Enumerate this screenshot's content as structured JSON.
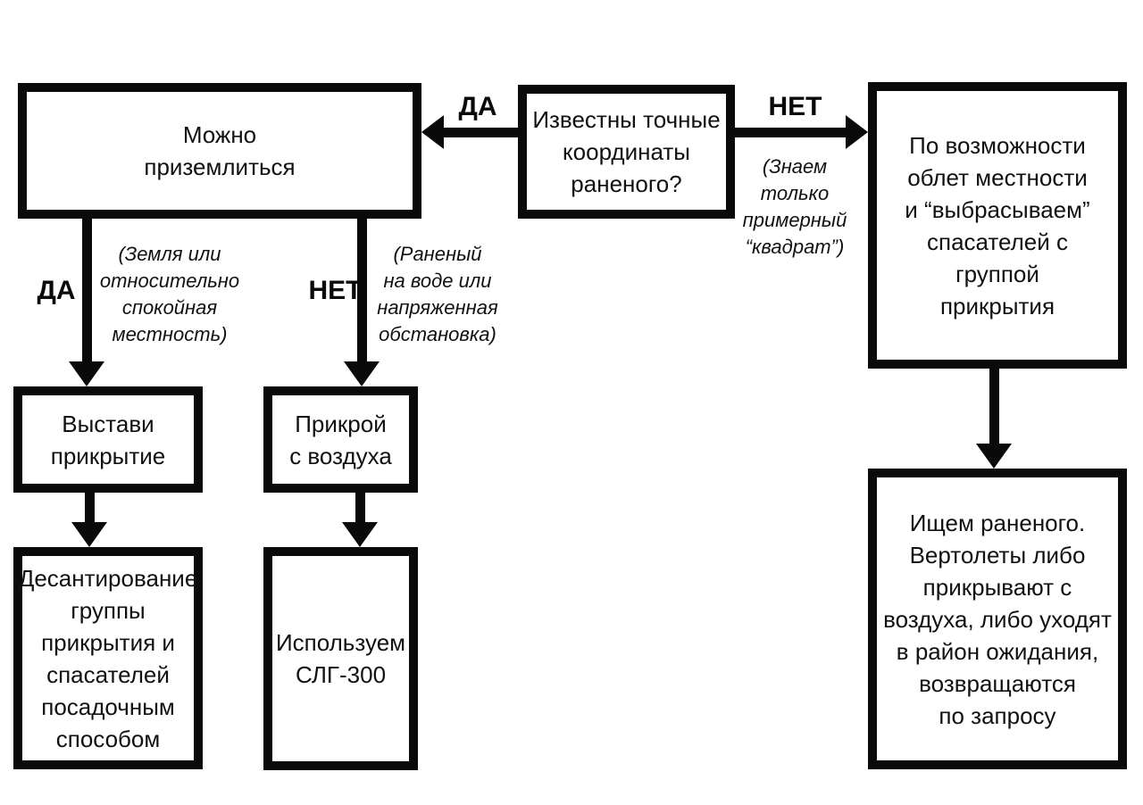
{
  "diagram": {
    "background_color": "#ffffff",
    "line_color": "#0a0a0a",
    "text_color": "#111111",
    "nodes": {
      "question": "Известны точные\nкоординаты\nраненого?",
      "can_land": "Можно\nприземлиться",
      "flyover": "По возможности\nоблет местности\nи “выбрасываем”\nспасателей с группой\nприкрытия",
      "set_cover": "Выстави\nприкрытие",
      "cover_from_air": "Прикрой\nс воздуха",
      "landing_party": "Десантирование\nгруппы\nприкрытия и\nспасателей\nпосадочным\nспособом",
      "use_slg": "Используем\nСЛГ-300",
      "search_wounded": "Ищем раненого.\nВертолеты либо\nприкрывают с\nвоздуха, либо уходят\nв район ожидания,\nвозвращаются\nпо запросу"
    },
    "edge_labels": {
      "yes_to_land": "ДА",
      "no_to_flyover": "НЕТ",
      "yes_down": "ДА",
      "no_down": "НЕТ"
    },
    "notes": {
      "approx_square": "(Знаем\nтолько\nпримерный\n“квадрат”)",
      "calm_terrain": "(Земля или\nотносительно\nспокойная\nместность)",
      "water_or_tension": "(Раненый\nна воде или\nнапряженная\nобстановка)"
    }
  }
}
